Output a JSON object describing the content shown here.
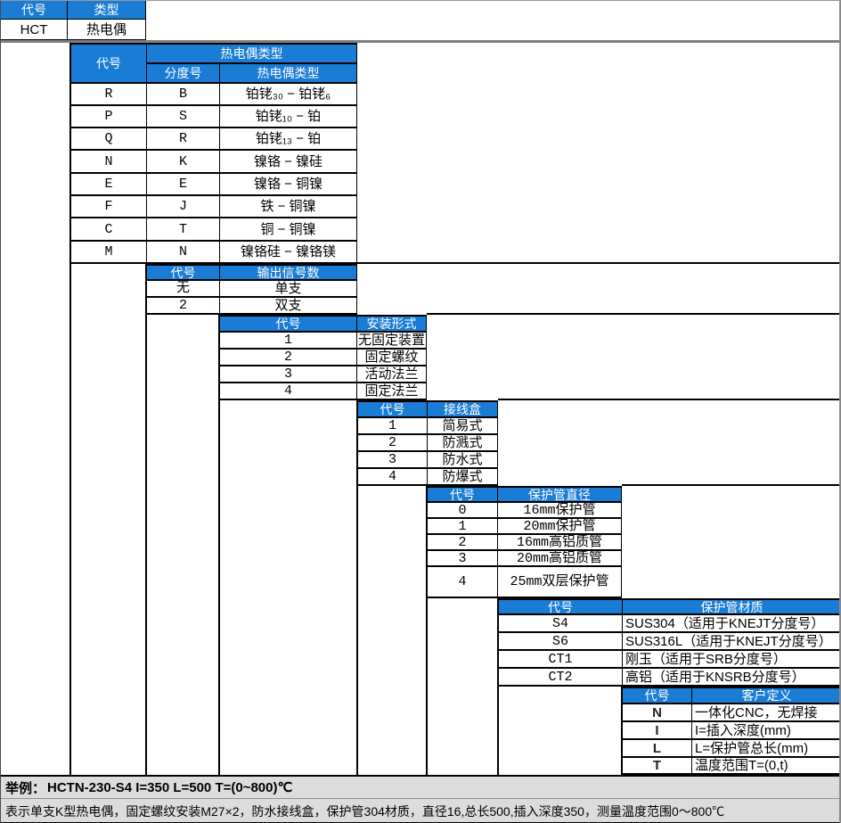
{
  "colors": {
    "header_blue": "#1a7cd4",
    "divider_gray": "#7f7f7f",
    "footer_bg": "#dcdcdc"
  },
  "model": {
    "code_header": "代号",
    "type_header": "类型",
    "code": "HCT",
    "type": "热电偶"
  },
  "thermocouple_types": {
    "code_header": "代号",
    "group_header": "热电偶类型",
    "sub_headers": [
      "分度号",
      "热电偶类型"
    ],
    "rows": [
      {
        "code": "R",
        "grad": "B",
        "name": "铂铑₃₀ − 铂铑₆"
      },
      {
        "code": "P",
        "grad": "S",
        "name": "铂铑₁₀ − 铂"
      },
      {
        "code": "Q",
        "grad": "R",
        "name": "铂铑₁₃ − 铂"
      },
      {
        "code": "N",
        "grad": "K",
        "name": "镍铬 − 镍硅"
      },
      {
        "code": "E",
        "grad": "E",
        "name": "镍铬 − 铜镍"
      },
      {
        "code": "F",
        "grad": "J",
        "name": "铁 − 铜镍"
      },
      {
        "code": "C",
        "grad": "T",
        "name": "铜 − 铜镍"
      },
      {
        "code": "M",
        "grad": "N",
        "name": "镍铬硅 − 镍铬镁"
      }
    ]
  },
  "output_signals": {
    "code_header": "代号",
    "value_header": "输出信号数",
    "rows": [
      {
        "code": "无",
        "value": "单支"
      },
      {
        "code": "2",
        "value": "双支"
      }
    ]
  },
  "mounting_types": {
    "code_header": "代号",
    "value_header": "安装形式",
    "rows": [
      {
        "code": "1",
        "value": "无固定装置"
      },
      {
        "code": "2",
        "value": "固定螺纹"
      },
      {
        "code": "3",
        "value": "活动法兰"
      },
      {
        "code": "4",
        "value": "固定法兰"
      }
    ]
  },
  "junction_boxes": {
    "code_header": "代号",
    "value_header": "接线盒",
    "rows": [
      {
        "code": "1",
        "value": "简易式"
      },
      {
        "code": "2",
        "value": "防溅式"
      },
      {
        "code": "3",
        "value": "防水式"
      },
      {
        "code": "4",
        "value": "防爆式"
      }
    ]
  },
  "tube_diameters": {
    "code_header": "代号",
    "value_header": "保护管直径",
    "rows": [
      {
        "code": "0",
        "value": "16mm保护管"
      },
      {
        "code": "1",
        "value": "20mm保护管"
      },
      {
        "code": "2",
        "value": "16mm高铝质管"
      },
      {
        "code": "3",
        "value": "20mm高铝质管"
      },
      {
        "code": "4",
        "value": "25mm双层保护管"
      }
    ]
  },
  "tube_materials": {
    "code_header": "代号",
    "value_header": "保护管材质",
    "rows": [
      {
        "code": "S4",
        "value": "SUS304（适用于KNEJT分度号）"
      },
      {
        "code": "S6",
        "value": "SUS316L（适用于KNEJT分度号）"
      },
      {
        "code": "CT1",
        "value": "刚玉（适用于SRB分度号）"
      },
      {
        "code": "CT2",
        "value": "高铝（适用于KNSRB分度号）"
      }
    ]
  },
  "customer_definitions": {
    "code_header": "代号",
    "value_header": "客户定义",
    "rows": [
      {
        "code": "N",
        "value": "一体化CNC，无焊接"
      },
      {
        "code": "I",
        "value": "I=插入深度(mm)"
      },
      {
        "code": "L",
        "value": "L=保护管总长(mm)"
      },
      {
        "code": "T",
        "value": "温度范围T=(0,t)"
      }
    ]
  },
  "footer": {
    "example_label": "举例：",
    "example_value": "HCTN-230-S4 I=350 L=500 T=(0~800)℃",
    "description": "表示单支K型热电偶，固定螺纹安装M27×2，防水接线盒，保护管304材质，直径16,总长500,插入深度350，测量温度范围0～800℃"
  }
}
